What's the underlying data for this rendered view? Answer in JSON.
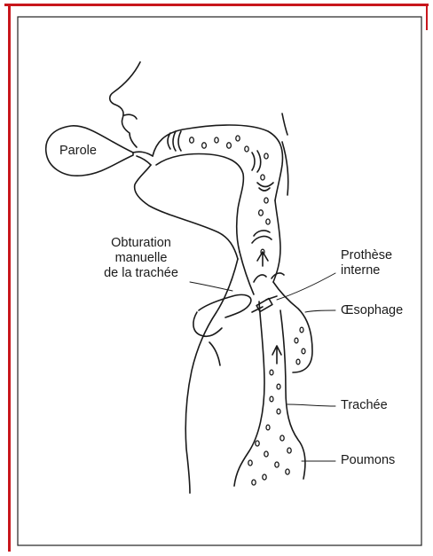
{
  "colors": {
    "border": "#c8161c",
    "ink": "#1a1a1a",
    "paper": "#ffffff"
  },
  "labels": {
    "speech_bubble": "Parole",
    "obturation": [
      "Obturation",
      "manuelle",
      "de la trachée"
    ],
    "prosthesis": [
      "Prothèse",
      "interne"
    ],
    "esophagus": "Œsophage",
    "trachea": "Trachée",
    "lungs": "Poumons"
  }
}
